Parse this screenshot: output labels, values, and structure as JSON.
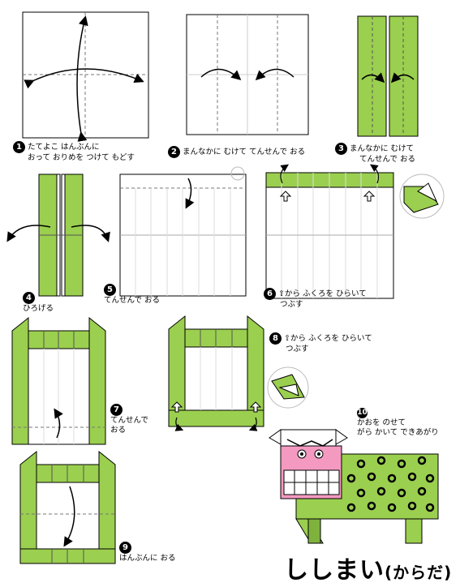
{
  "colors": {
    "green": "#9bcf4f",
    "pink": "#f49ac1",
    "line": "#000000"
  },
  "steps": [
    {
      "n": "1",
      "text1": "たてよこ はんぶんに",
      "text2": "おって おりめを つけて もどす"
    },
    {
      "n": "2",
      "text1": "まんなかに むけて てんせんで おる"
    },
    {
      "n": "3",
      "text1": "まんなかに むけて",
      "text2": "てんせんで おる"
    },
    {
      "n": "4",
      "text1": "ひろげる"
    },
    {
      "n": "5",
      "text1": "てんせんで おる"
    },
    {
      "n": "6",
      "text1": "⇧から ふくろを ひらいて",
      "text2": "つぶす"
    },
    {
      "n": "7",
      "text1": "てんせんで",
      "text2": "おる"
    },
    {
      "n": "8",
      "text1": "⇧から ふくろを ひらいて",
      "text2": "つぶす"
    },
    {
      "n": "9",
      "text1": "はんぶんに おる"
    },
    {
      "n": "10",
      "text1": "かおを のせて",
      "text2": "がら かいて できあがり"
    }
  ],
  "title": {
    "main": "ししまい",
    "sub": "(からだ)"
  }
}
